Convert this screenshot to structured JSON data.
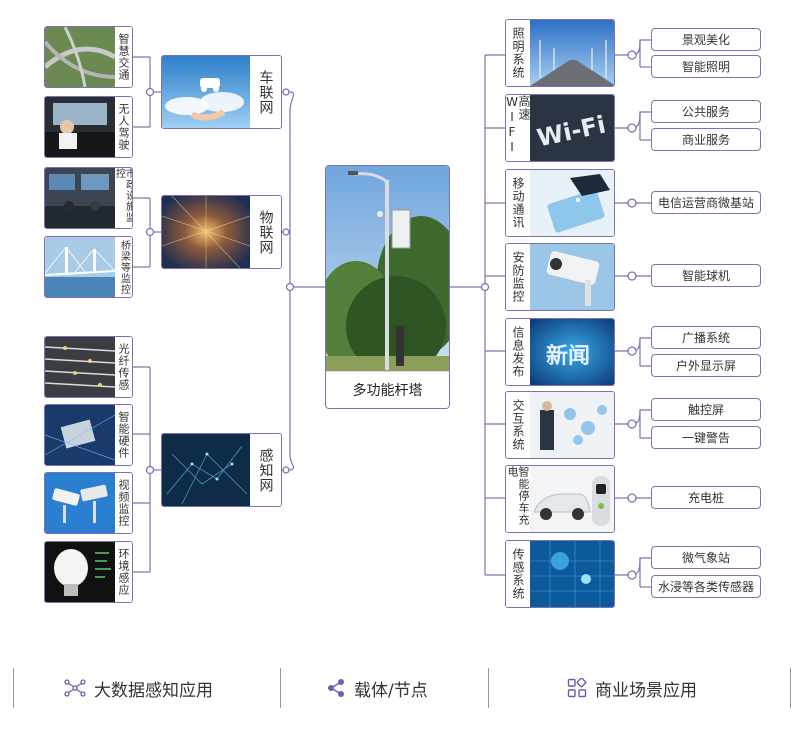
{
  "center": {
    "label": "多功能杆塔"
  },
  "left_groups": [
    {
      "label": "车联网",
      "items": [
        "智慧交通",
        "无人驾驶"
      ]
    },
    {
      "label": "物联网",
      "items": [
        "市政设施监控",
        "桥梁等监控"
      ]
    },
    {
      "label": "感知网",
      "items": [
        "光纤传感",
        "智能硬件",
        "视频监控",
        "环境感应"
      ]
    }
  ],
  "right_items": [
    {
      "label": "照明系统",
      "items": [
        "景观美化",
        "智能照明"
      ]
    },
    {
      "label": "高速WIFI",
      "items": [
        "公共服务",
        "商业服务"
      ]
    },
    {
      "label": "移动通讯",
      "items": [
        "电信运营商微基站"
      ]
    },
    {
      "label": "安防监控",
      "items": [
        "智能球机"
      ]
    },
    {
      "label": "信息发布",
      "items": [
        "广播系统",
        "户外显示屏"
      ]
    },
    {
      "label": "交互系统",
      "items": [
        "触控屏",
        "一键警告"
      ]
    },
    {
      "label": "智能停车充电",
      "items": [
        "充电桩"
      ]
    },
    {
      "label": "传感系统",
      "items": [
        "微气象站",
        "水浸等各类传感器"
      ]
    }
  ],
  "image_text": {
    "wifi": "Wi-Fi",
    "news": "新闻"
  },
  "footer": [
    {
      "icon": "network-nodes-icon",
      "label": "大数据感知应用"
    },
    {
      "icon": "share-icon",
      "label": "载体/节点"
    },
    {
      "icon": "grid-apps-icon",
      "label": "商业场景应用"
    }
  ]
}
